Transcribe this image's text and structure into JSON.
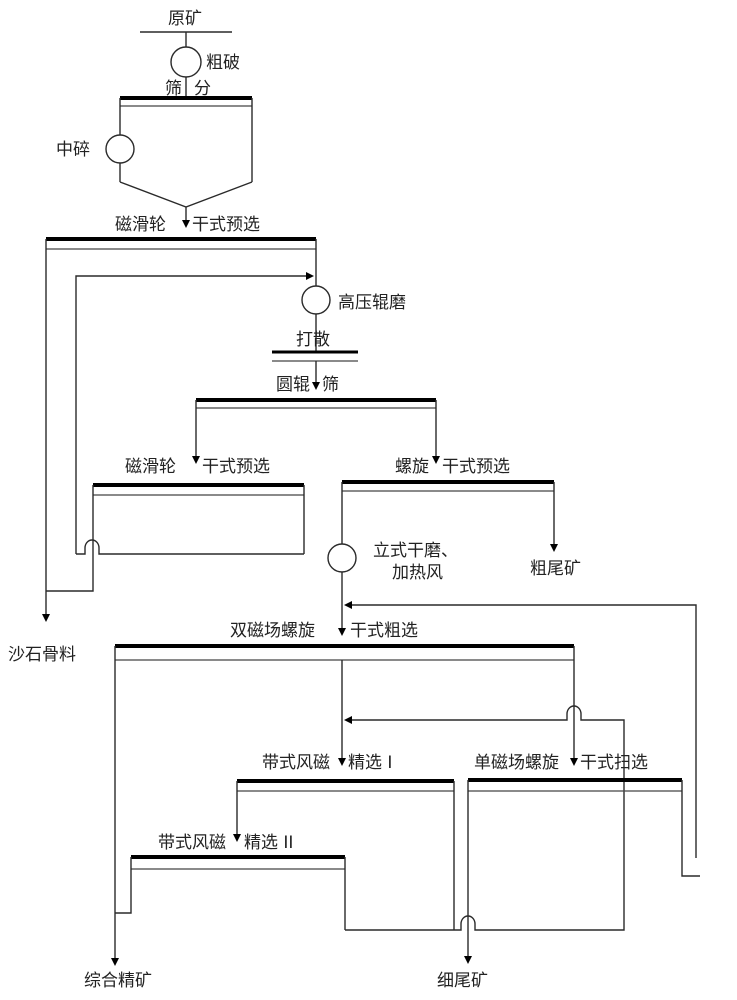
{
  "diagram": {
    "type": "process-flowchart",
    "labels": {
      "raw_ore": "原矿",
      "coarse_crush": "粗破",
      "screen_left": "筛",
      "screen_right": "分",
      "medium_crush": "中碎",
      "magnetic_pulley_1_left": "磁滑轮",
      "magnetic_pulley_1_right": "干式预选",
      "hpgr": "高压辊磨",
      "scatter": "打散",
      "roller_screen_left": "圆辊",
      "roller_screen_right": "筛",
      "magnetic_pulley_2_left": "磁滑轮",
      "magnetic_pulley_2_right": "干式预选",
      "spiral_pre_left": "螺旋",
      "spiral_pre_right": "干式预选",
      "vertical_mill_line1": "立式干磨、",
      "vertical_mill_line2": "加热风",
      "coarse_tailings": "粗尾矿",
      "sand_aggregate": "沙石骨料",
      "dual_field_left": "双磁场螺旋",
      "dual_field_right": "干式粗选",
      "belt_1_left": "带式风磁",
      "belt_1_right": "精选 I",
      "single_field_left": "单磁场螺旋",
      "single_field_right": "干式扫选",
      "belt_2_left": "带式风磁",
      "belt_2_right": "精选 II",
      "final_concentrate": "综合精矿",
      "fine_tailings": "细尾矿"
    }
  }
}
